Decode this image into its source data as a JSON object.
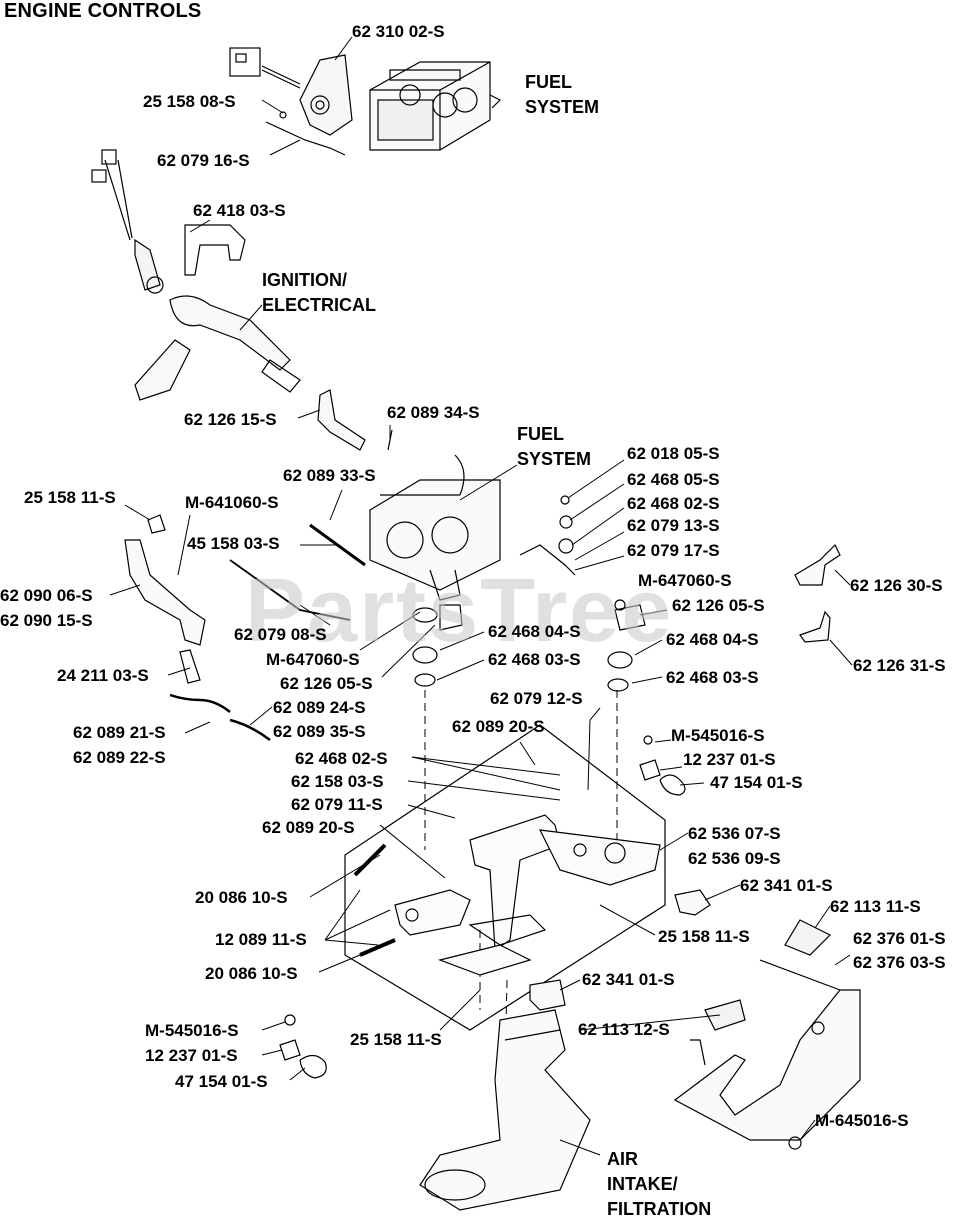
{
  "title": "ENGINE CONTROLS",
  "watermark": "PartsTree",
  "sections": {
    "fuel_system_top": "FUEL\nSYSTEM",
    "ignition": "IGNITION/\nELECTRICAL",
    "fuel_system_mid": "FUEL\nSYSTEM",
    "air_intake": "AIR\nINTAKE/\nFILTRATION"
  },
  "parts": [
    "62 310 02-S",
    "25 158 08-S",
    "62 079 16-S",
    "62 418 03-S",
    "62 126 15-S",
    "62 089 34-S",
    "62 089 33-S",
    "25 158 11-S",
    "M-641060-S",
    "45 158 03-S",
    "62 090 06-S",
    "62 090 15-S",
    "62 079 08-S",
    "M-647060-S",
    "62 126 05-S",
    "24 211 03-S",
    "62 089 24-S",
    "62 089 35-S",
    "62 089 21-S",
    "62 089 22-S",
    "62 018 05-S",
    "62 468 05-S",
    "62 468 02-S",
    "62 079 13-S",
    "62 079 17-S",
    "M-647060-S",
    "62 126 05-S",
    "62 468 04-S",
    "62 468 04-S",
    "62 468 03-S",
    "62 468 03-S",
    "62 126 30-S",
    "62 126 31-S",
    "62 079 12-S",
    "62 089 20-S",
    "M-545016-S",
    "12 237 01-S",
    "47 154 01-S",
    "62 468 02-S",
    "62 158 03-S",
    "62 079 11-S",
    "62 089 20-S",
    "62 536 07-S",
    "62 536 09-S",
    "20 086 10-S",
    "62 341 01-S",
    "25 158 11-S",
    "62 113 11-S",
    "12 089 11-S",
    "62 376 01-S",
    "62 376 03-S",
    "20 086 10-S",
    "62 341 01-S",
    "62 113 12-S",
    "M-545016-S",
    "25 158 11-S",
    "12 237 01-S",
    "47 154 01-S",
    "M-645016-S"
  ]
}
